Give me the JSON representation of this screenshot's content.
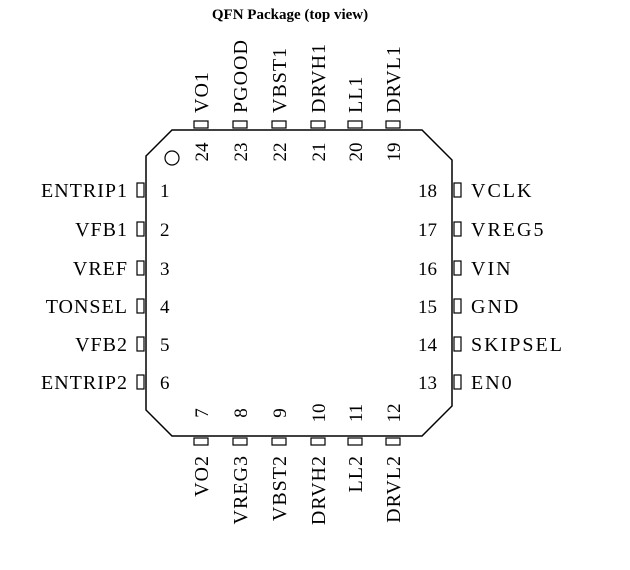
{
  "diagram": {
    "title": "QFN Package (top view)",
    "pins": {
      "left": [
        {
          "num": "1",
          "name": "ENTRIP1"
        },
        {
          "num": "2",
          "name": "VFB1"
        },
        {
          "num": "3",
          "name": "VREF"
        },
        {
          "num": "4",
          "name": "TONSEL"
        },
        {
          "num": "5",
          "name": "VFB2"
        },
        {
          "num": "6",
          "name": "ENTRIP2"
        }
      ],
      "right": [
        {
          "num": "18",
          "name": "VCLK"
        },
        {
          "num": "17",
          "name": "VREG5"
        },
        {
          "num": "16",
          "name": "VIN"
        },
        {
          "num": "15",
          "name": "GND"
        },
        {
          "num": "14",
          "name": "SKIPSEL"
        },
        {
          "num": "13",
          "name": "EN0"
        }
      ],
      "top": [
        {
          "num": "24",
          "name": "VO1"
        },
        {
          "num": "23",
          "name": "PGOOD"
        },
        {
          "num": "22",
          "name": "VBST1"
        },
        {
          "num": "21",
          "name": "DRVH1"
        },
        {
          "num": "20",
          "name": "LL1"
        },
        {
          "num": "19",
          "name": "DRVL1"
        }
      ],
      "bottom": [
        {
          "num": "7",
          "name": "VO2"
        },
        {
          "num": "8",
          "name": "VREG3"
        },
        {
          "num": "9",
          "name": "VBST2"
        },
        {
          "num": "10",
          "name": "DRVH2"
        },
        {
          "num": "11",
          "name": "LL2"
        },
        {
          "num": "12",
          "name": "DRVL2"
        }
      ]
    }
  }
}
